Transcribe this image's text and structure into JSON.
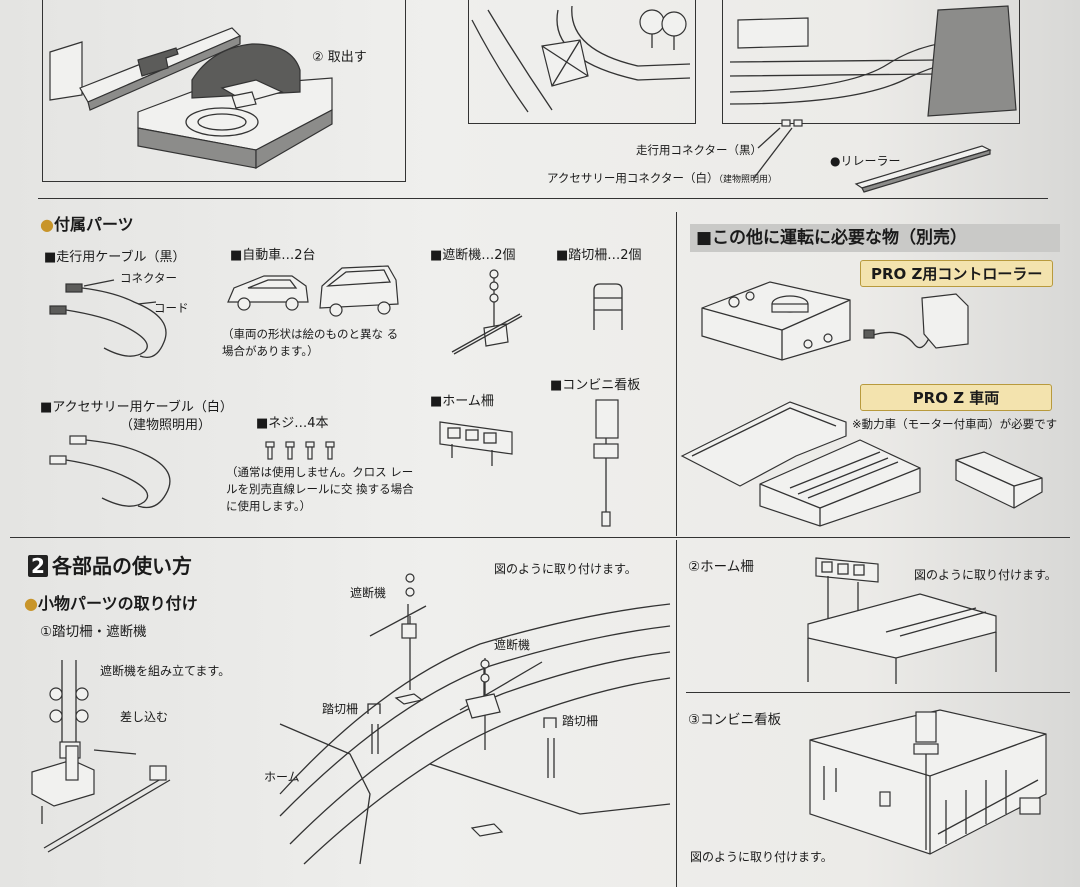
{
  "top": {
    "step_label": "② 取出す",
    "connector_travel": "走行用コネクター（黒）",
    "connector_accessory": "アクセサリー用コネクター（白）",
    "connector_accessory_sub": "（建物照明用）",
    "rerailer": "●リレーラー"
  },
  "parts": {
    "title": "付属パーツ",
    "cable_black": "■走行用ケーブル（黒）",
    "connector": "コネクター",
    "cord": "コード",
    "cars": "■自動車…2台",
    "cars_note": "（車両の形状は絵のものと異な る場合があります。）",
    "crossing_gate": "■遮断機…2個",
    "crossing_fence": "■踏切柵…2個",
    "cable_white": "■アクセサリー用ケーブル（白）",
    "cable_white_sub": "（建物照明用）",
    "screws": "■ネジ…4本",
    "screws_note": "（通常は使用しません。クロス レールを別売直線レールに交 換する場合に使用します。）",
    "platform_fence": "■ホーム柵",
    "store_sign": "■コンビニ看板"
  },
  "required": {
    "title": "■この他に運転に必要な物（別売）",
    "controller": "PRO Z用コントローラー",
    "vehicle": "PRO Z 車両",
    "vehicle_note": "※動力車（モーター付車両）が必要です"
  },
  "usage": {
    "section_num": "2",
    "title": "各部品の使い方",
    "subtitle": "小物パーツの取り付け",
    "item1": "①踏切柵・遮断機",
    "assemble_note": "遮断機を組み立てます。",
    "insert": "差し込む",
    "attach_note": "図のように取り付けます。",
    "gate_label_a": "遮断機",
    "gate_label_b": "遮断機",
    "fence_label_a": "踏切柵",
    "fence_label_b": "踏切柵",
    "platform": "ホーム",
    "item2": "②ホーム柵",
    "item2_note": "図のように取り付けます。",
    "item3": "③コンビニ看板",
    "item3_note": "図のように取り付けます。"
  }
}
